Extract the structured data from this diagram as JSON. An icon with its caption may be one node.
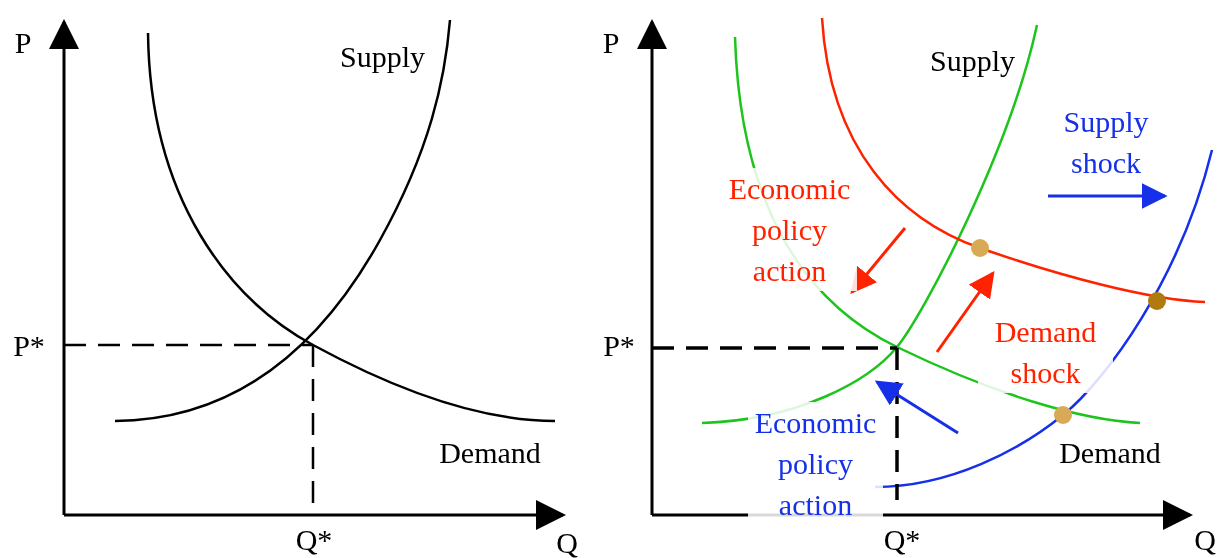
{
  "diagram": {
    "labels": [
      "P",
      "Supply",
      "P*",
      "Demand",
      "Q*",
      "Q",
      "P",
      "Supply",
      "Supply shock",
      "Economic policy action",
      "Demand shock",
      "P*",
      "Economic policy action",
      "Demand",
      "Q*",
      "Q"
    ]
  }
}
